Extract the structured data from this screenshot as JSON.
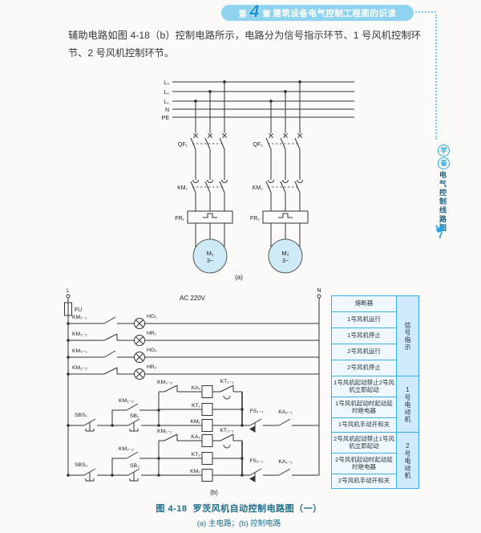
{
  "header": {
    "chapter_prefix": "第",
    "chapter_number": "4",
    "chapter_suffix": "章",
    "title": "建筑设备电气控制工程图的识读"
  },
  "sidebar": {
    "badge_top": "学",
    "badge_bottom": "看",
    "vertical_title": "电气控制线路图"
  },
  "paragraph": "辅助电路如图 4-18（b）控制电路所示，电路分为信号指示环节、1 号风机控制环节、2 号风机控制环节。",
  "main_circuit": {
    "bus_labels": [
      "L₃",
      "L₂",
      "L₁",
      "N",
      "PE"
    ],
    "branch1": {
      "breaker": "QF₁",
      "contactor": "KM₁",
      "thermal_relay": "FR₁",
      "motor": "M₁",
      "motor_phase": "3~"
    },
    "branch2": {
      "breaker": "QF₂",
      "contactor": "KM₂",
      "thermal_relay": "FR₂",
      "motor": "M₂",
      "motor_phase": "3~"
    },
    "sub_label": "(a)"
  },
  "control_circuit": {
    "line_label": "L",
    "neutral_label": "N",
    "voltage_label": "AC 220V",
    "fuse_label": "FU",
    "signal_rows": [
      {
        "contact": "KM₁₋₁",
        "lamp": "HG₁"
      },
      {
        "contact": "KM₁₋₂",
        "lamp": "HR₁"
      },
      {
        "contact": "KM₂₋₁",
        "lamp": "HG₂"
      },
      {
        "contact": "KM₂₋₂",
        "lamp": "HR₂"
      }
    ],
    "fan1": {
      "selector": "SBS₁",
      "button": "SB₁",
      "self_hold": "KM₁₋₂",
      "interlock": "KM₂₋₂",
      "relay_coil": "KA₁",
      "timer_contact": "KT₁₋₁",
      "timer_coil": "KT₁",
      "contactor_coil": "KM₁",
      "flow_switch": "FS₁₋₁",
      "aux_contact": "KA₂₋₁"
    },
    "fan2": {
      "selector": "SBS₂",
      "button": "SB₂",
      "self_hold": "KM₂₋₂",
      "interlock": "KM₁₋₂",
      "relay_coil": "KA₂",
      "timer_contact": "KT₂₋₁",
      "timer_coil": "KT₂",
      "contactor_coil": "KM₂",
      "flow_switch": "FS₂₋₁",
      "aux_contact": "KA₁₋₁"
    },
    "sub_label": "(b)"
  },
  "annotation_table": {
    "rows": [
      "熔断器",
      "1号风机运行",
      "1号风机停止",
      "2号风机运行",
      "2号风机停止",
      "1号风机起动禁止2号风机立即起动",
      "1号风机起动时起动延时继电器",
      "1号风机手动开和关",
      "2号风机起动禁止1号风机立即起动",
      "2号风机起动时起动延时继电器",
      "2号风机手动开和关"
    ],
    "groups": [
      "信号指示",
      "1号电动机",
      "2号电动机"
    ]
  },
  "caption": {
    "figure": "图 4-18",
    "title": "罗茨风机自动控制电路图（一）",
    "sub": "(a) 主电路；(b) 控制电路"
  },
  "colors": {
    "accent_blue": "#2aa7e0",
    "header_pill": "#8fd3f1",
    "table_border": "#35aee3",
    "table_cell_fill": "#eef8fe",
    "table_group_fill": "#cfeafa",
    "motor_fill": "#cfeaf7",
    "caption_color": "#1d6e8c"
  }
}
